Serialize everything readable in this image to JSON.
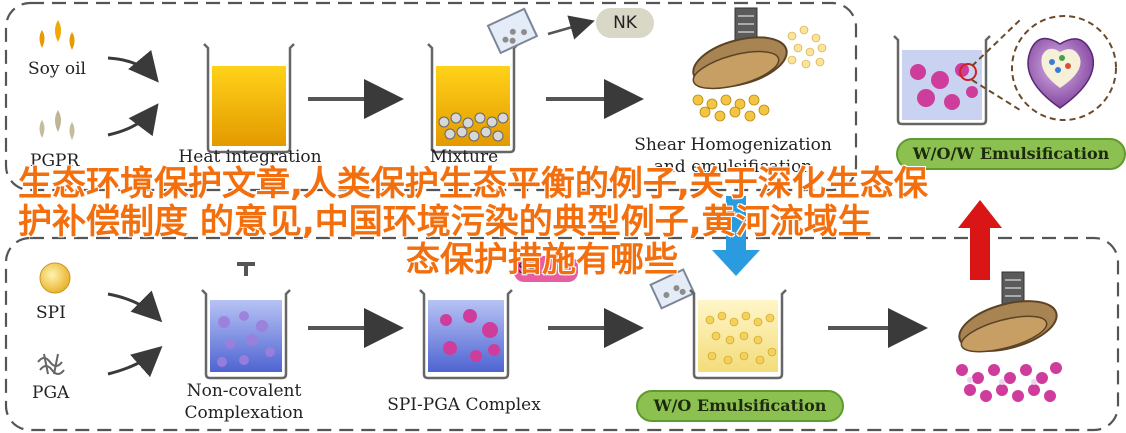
{
  "top_panel": {
    "inputs": [
      "Soy oil",
      "PGPR"
    ],
    "steps": [
      "Heat integration",
      "Mixture"
    ],
    "homogenization": [
      "Shear Homogenization",
      "and emulsification"
    ],
    "additive": "NK",
    "result": "W/O/W Emulsification"
  },
  "bottom_panel": {
    "inputs": [
      "SPI",
      "PGA"
    ],
    "steps": [
      "Non-covalent",
      "Complexation"
    ],
    "complex": "SPI-PGA Complex",
    "sp_tag": "SP",
    "result": "W/O Emulsification"
  },
  "overlay": {
    "line1": "生态环境保护文章,人类保护生态平衡的例子,关于深化生态保",
    "line2": "护补偿制度  的意见,中国环境污染的典型例子,黄河流域生",
    "line3": "态保护措施有哪些"
  },
  "colors": {
    "oil": "#f5b800",
    "spi_liquid": "#7d8fe0",
    "accent_green": "#8cc152",
    "overlay_text": "#f36f0e",
    "arrow_blue": "#2b9be0",
    "arrow_red": "#d91515"
  }
}
